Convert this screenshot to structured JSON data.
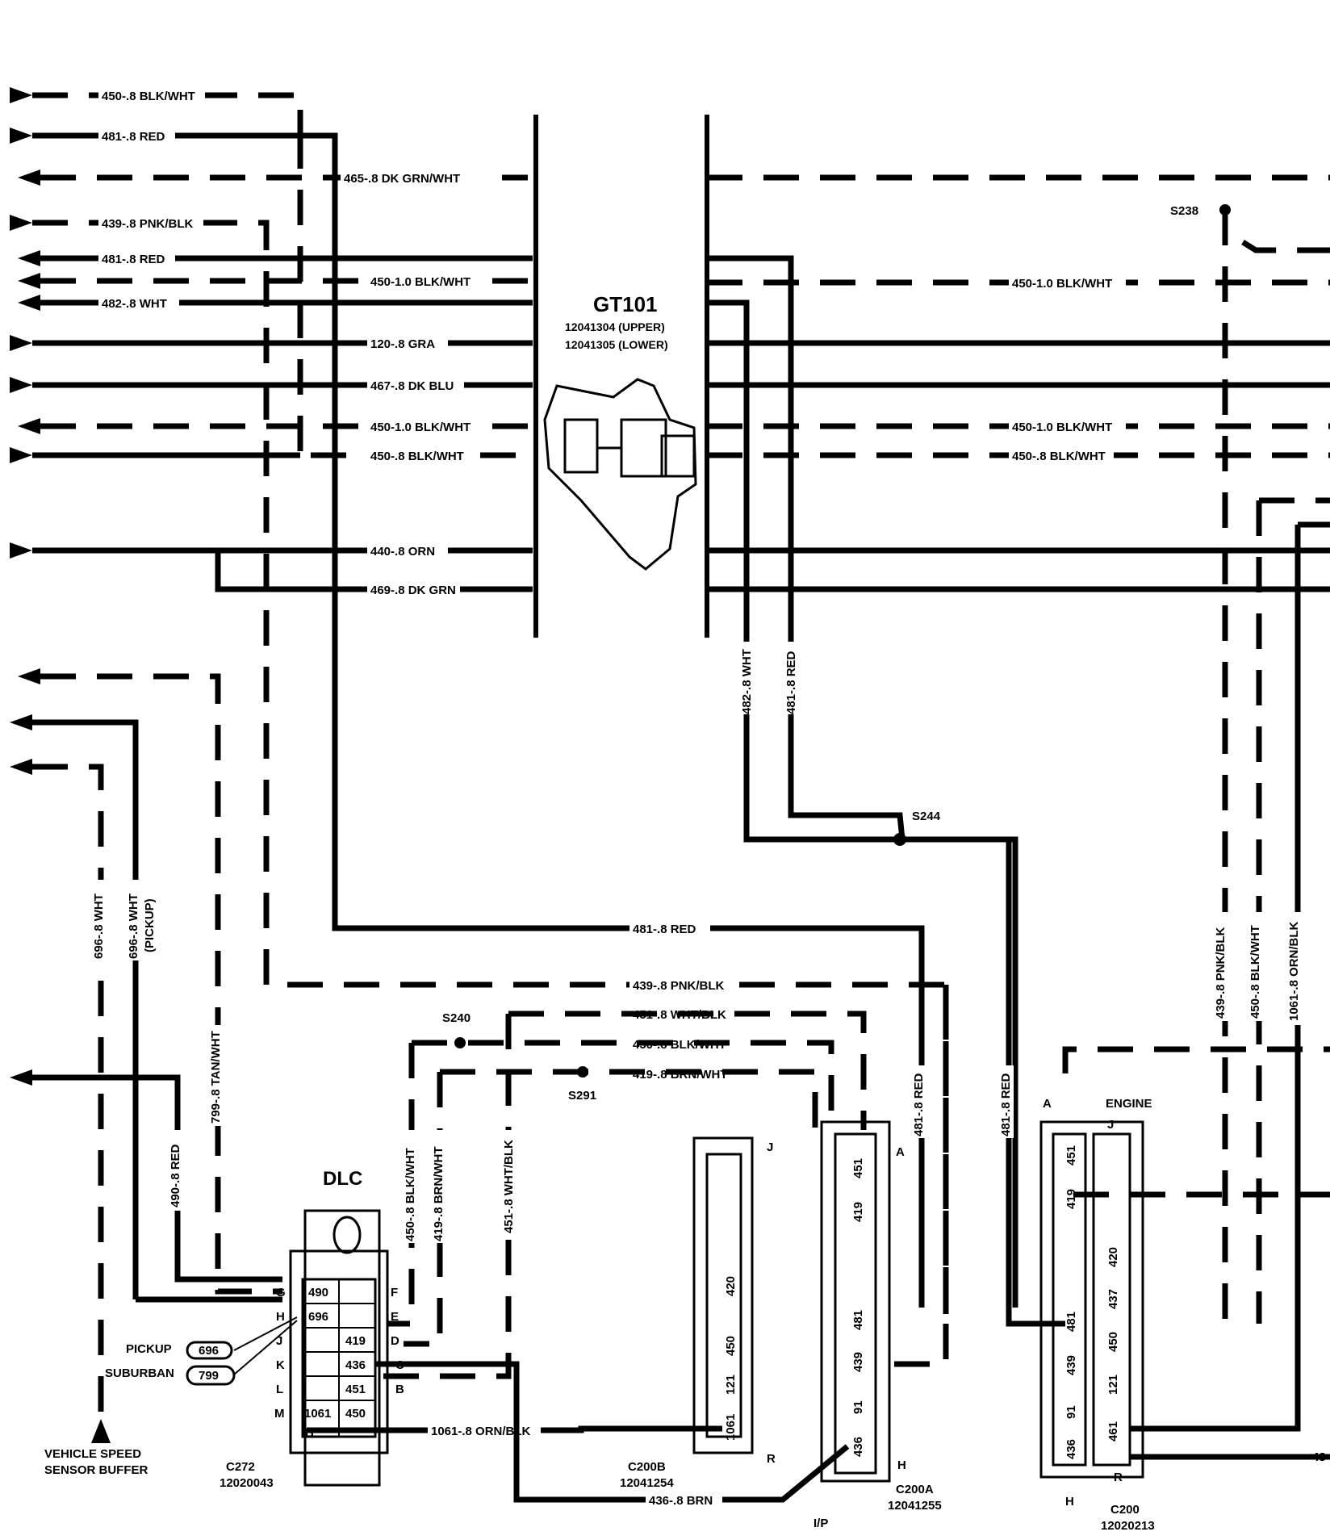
{
  "wire_labels": {
    "w450_blkwht_top": "450-.8 BLK/WHT",
    "w481_red_top": "481-.8 RED",
    "w465": "465-.8 DK GRN/WHT",
    "w439_pnkblk_top": "439-.8 PNK/BLK",
    "w481_red_2": "481-.8 RED",
    "w450_10_left": "450-1.0 BLK/WHT",
    "w482_wht_left": "482-.8 WHT",
    "w120": "120-.8 GRA",
    "w467": "467-.8 DK BLU",
    "w450_10_mid": "450-1.0 BLK/WHT",
    "w450_08_mid": "450-.8 BLK/WHT",
    "w440": "440-.8 ORN",
    "w469": "469-.8 DK GRN",
    "w450_10_right": "450-1.0 BLK/WHT",
    "w450_10_right2": "450-1.0 BLK/WHT",
    "w450_08_right": "450-.8 BLK/WHT",
    "w482_vert": "482-.8 WHT",
    "w481_vert": "481-.8 RED",
    "w481_horiz": "481-.8 RED",
    "w439_horiz": "439-.8 PNK/BLK",
    "w451_horiz": "451-.8 WHT/BLK",
    "w450_horiz": "450-.8 BLK/WHT",
    "w419_horiz": "419-.8 BRN/WHT",
    "w696_a": "696-.8 WHT",
    "w696_b": "696-.8 WHT",
    "w696_pickup": "(PICKUP)",
    "w799": "799-.8 TAN/WHT",
    "w490": "490-.8 RED",
    "w450_dlc": "450-.8 BLK/WHT",
    "w419_dlc": "419-.8 BRN/WHT",
    "w451_dlc": "451-.8 WHT/BLK",
    "w481_c200a": "481-.8 RED",
    "w481_c200": "481-.8 RED",
    "w439_right": "439-.8 PNK/BLK",
    "w450_right_vert": "450-.8 BLK/WHT",
    "w1061_right": "1061-.8 ORN/BLK",
    "w1061_dlc": "1061-.8 ORN/BLK",
    "w436": "436-.8 BRN"
  },
  "splices": {
    "s238": "S238",
    "s244": "S244",
    "s240": "S240",
    "s291": "S291"
  },
  "gt101": {
    "name": "GT101",
    "upper": "12041304 (UPPER)",
    "lower": "12041305 (LOWER)"
  },
  "dlc": {
    "title": "DLC",
    "connector": "C272",
    "part": "12020043",
    "rows": [
      {
        "left_letter": "G",
        "cell": "490",
        "right_letter": "F"
      },
      {
        "left_letter": "H",
        "cell": "696",
        "right_letter": "E"
      },
      {
        "left_letter": "J",
        "cell": "419",
        "right_letter": "D"
      },
      {
        "left_letter": "K",
        "cell": "436",
        "right_letter": "C"
      },
      {
        "left_letter": "L",
        "cell": "451",
        "right_letter": "B"
      },
      {
        "left_letter": "M",
        "cell1": "1061",
        "cell2": "450",
        "right_letter": ""
      }
    ],
    "bottom_letter": "B"
  },
  "options": {
    "pickup_label": "PICKUP",
    "pickup_value": "696",
    "suburban_label": "SUBURBAN",
    "suburban_value": "799"
  },
  "vss": {
    "line1": "VEHICLE SPEED",
    "line2": "SENSOR BUFFER"
  },
  "c200b": {
    "name": "C200B",
    "part": "12041254",
    "top_letter": "J",
    "bottom_letter": "R",
    "cells": [
      "420",
      "450",
      "121",
      "1061"
    ]
  },
  "c200a": {
    "name": "C200A",
    "part": "12041255",
    "top_letter": "A",
    "bottom_letter": "H",
    "location": "I/P",
    "cells": [
      "451",
      "419",
      "481",
      "439",
      "91",
      "436"
    ]
  },
  "c200": {
    "name": "C200",
    "part": "12020213",
    "title": "ENGINE",
    "top_letter_a": "A",
    "top_letter_j": "J",
    "bottom_letter_r": "R",
    "bottom_letter_h": "H",
    "left_cells": [
      "451",
      "419",
      "481",
      "439",
      "91",
      "436"
    ],
    "right_cells": [
      "420",
      "437",
      "450",
      "121",
      "461"
    ],
    "edge_text": "43"
  }
}
